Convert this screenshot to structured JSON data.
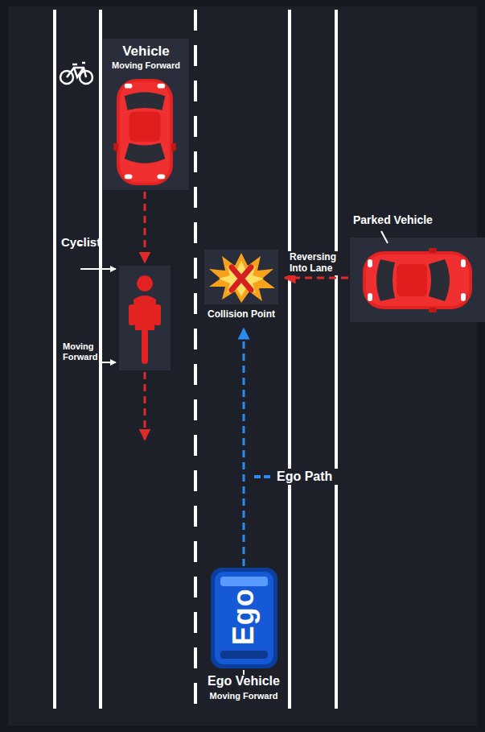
{
  "diagram": {
    "nodes": [
      {
        "text": [
          "Vehicle",
          "Moving Forward"
        ]
      },
      {
        "text": [
          "Cyclist",
          "Moving Forward"
        ]
      },
      {
        "text": [
          "Collision Point"
        ]
      },
      {
        "text": [
          "Parked Vehicle"
        ]
      },
      {
        "text": [
          "Ego",
          "Ego Vehicle",
          "Moving Forward"
        ]
      }
    ],
    "edges": [
      {
        "from": 0,
        "to": 1,
        "arrow": "to"
      },
      {
        "from": 3,
        "to": 2,
        "label": "Reversing Into Lane",
        "arrow": "to"
      },
      {
        "from": 4,
        "to": 2,
        "label": "Ego Path",
        "arrow": "to"
      }
    ]
  }
}
